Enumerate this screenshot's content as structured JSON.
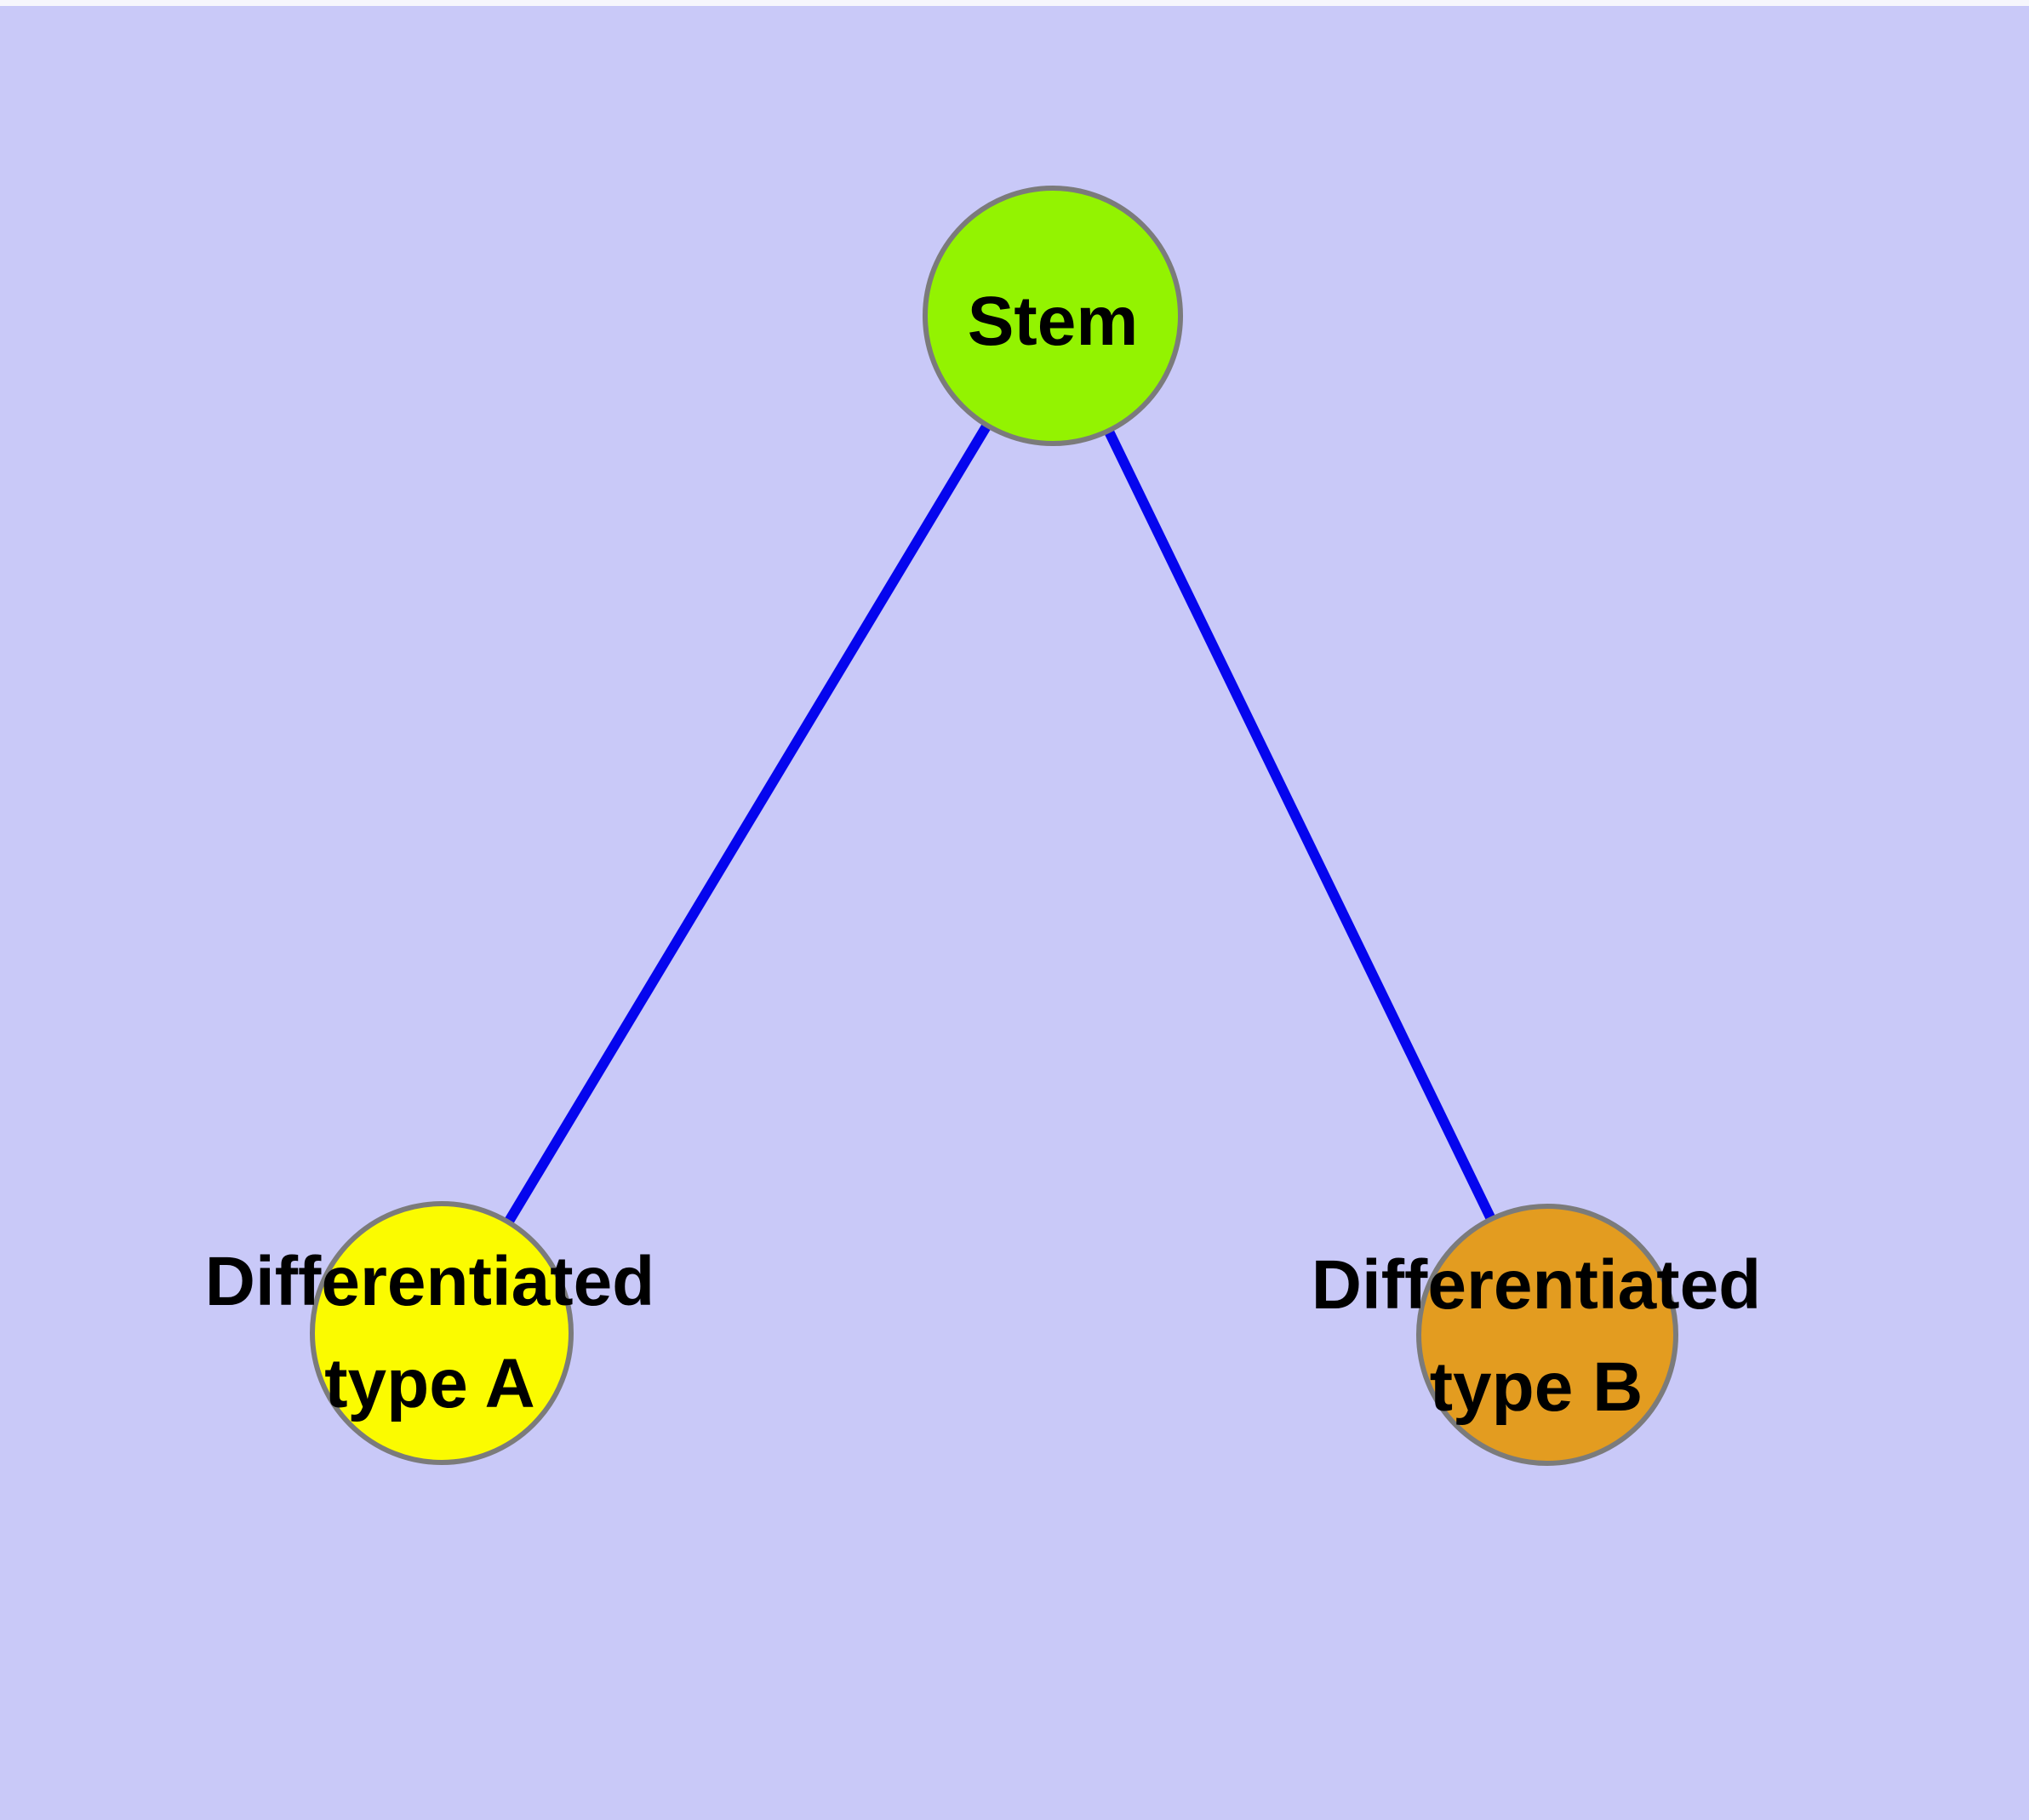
{
  "diagram": {
    "background_color": "#C9C9F8",
    "edge_color": "#0505EE",
    "node_border_color": "#7B7B7B",
    "label_color": "#000000",
    "nodes": {
      "stem": {
        "label": "Stem",
        "fill": "#93F301"
      },
      "type_a": {
        "label_line1": "Differentiated",
        "label_line2": "type A",
        "fill": "#FBFB00"
      },
      "type_b": {
        "label_line1": "Differentiated",
        "label_line2": "type B",
        "fill": "#E39C20"
      }
    },
    "edges": [
      {
        "from": "Stem",
        "to": "Differentiated type A"
      },
      {
        "from": "Stem",
        "to": "Differentiated type B"
      }
    ]
  }
}
